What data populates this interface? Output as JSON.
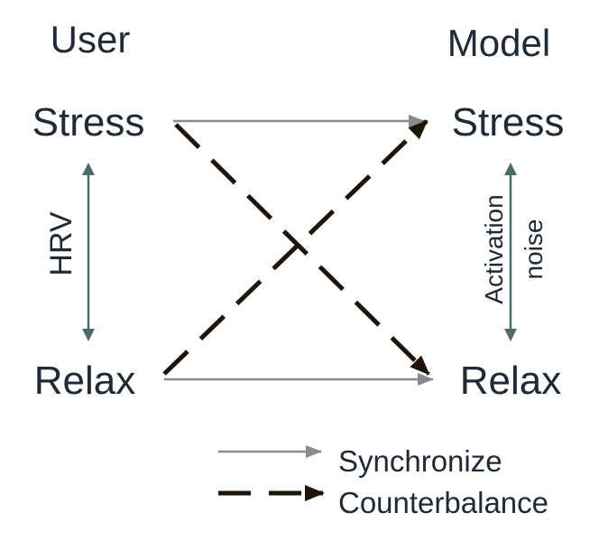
{
  "columns": {
    "left_header": "User",
    "right_header": "Model"
  },
  "states": {
    "user_top": "Stress",
    "user_bottom": "Relax",
    "model_top": "Stress",
    "model_bottom": "Relax"
  },
  "vertical_labels": {
    "user_axis": "HRV",
    "model_axis_line1": "Activation",
    "model_axis_line2": "noise"
  },
  "legend": {
    "synchronize": "Synchronize",
    "counterbalance": "Counterbalance"
  },
  "colors": {
    "text": "#1e2a36",
    "synchronize_arrow": "#8a8a8a",
    "counterbalance_arrow": "#1f1408",
    "vertical_arrow": "#4e6b6b"
  }
}
